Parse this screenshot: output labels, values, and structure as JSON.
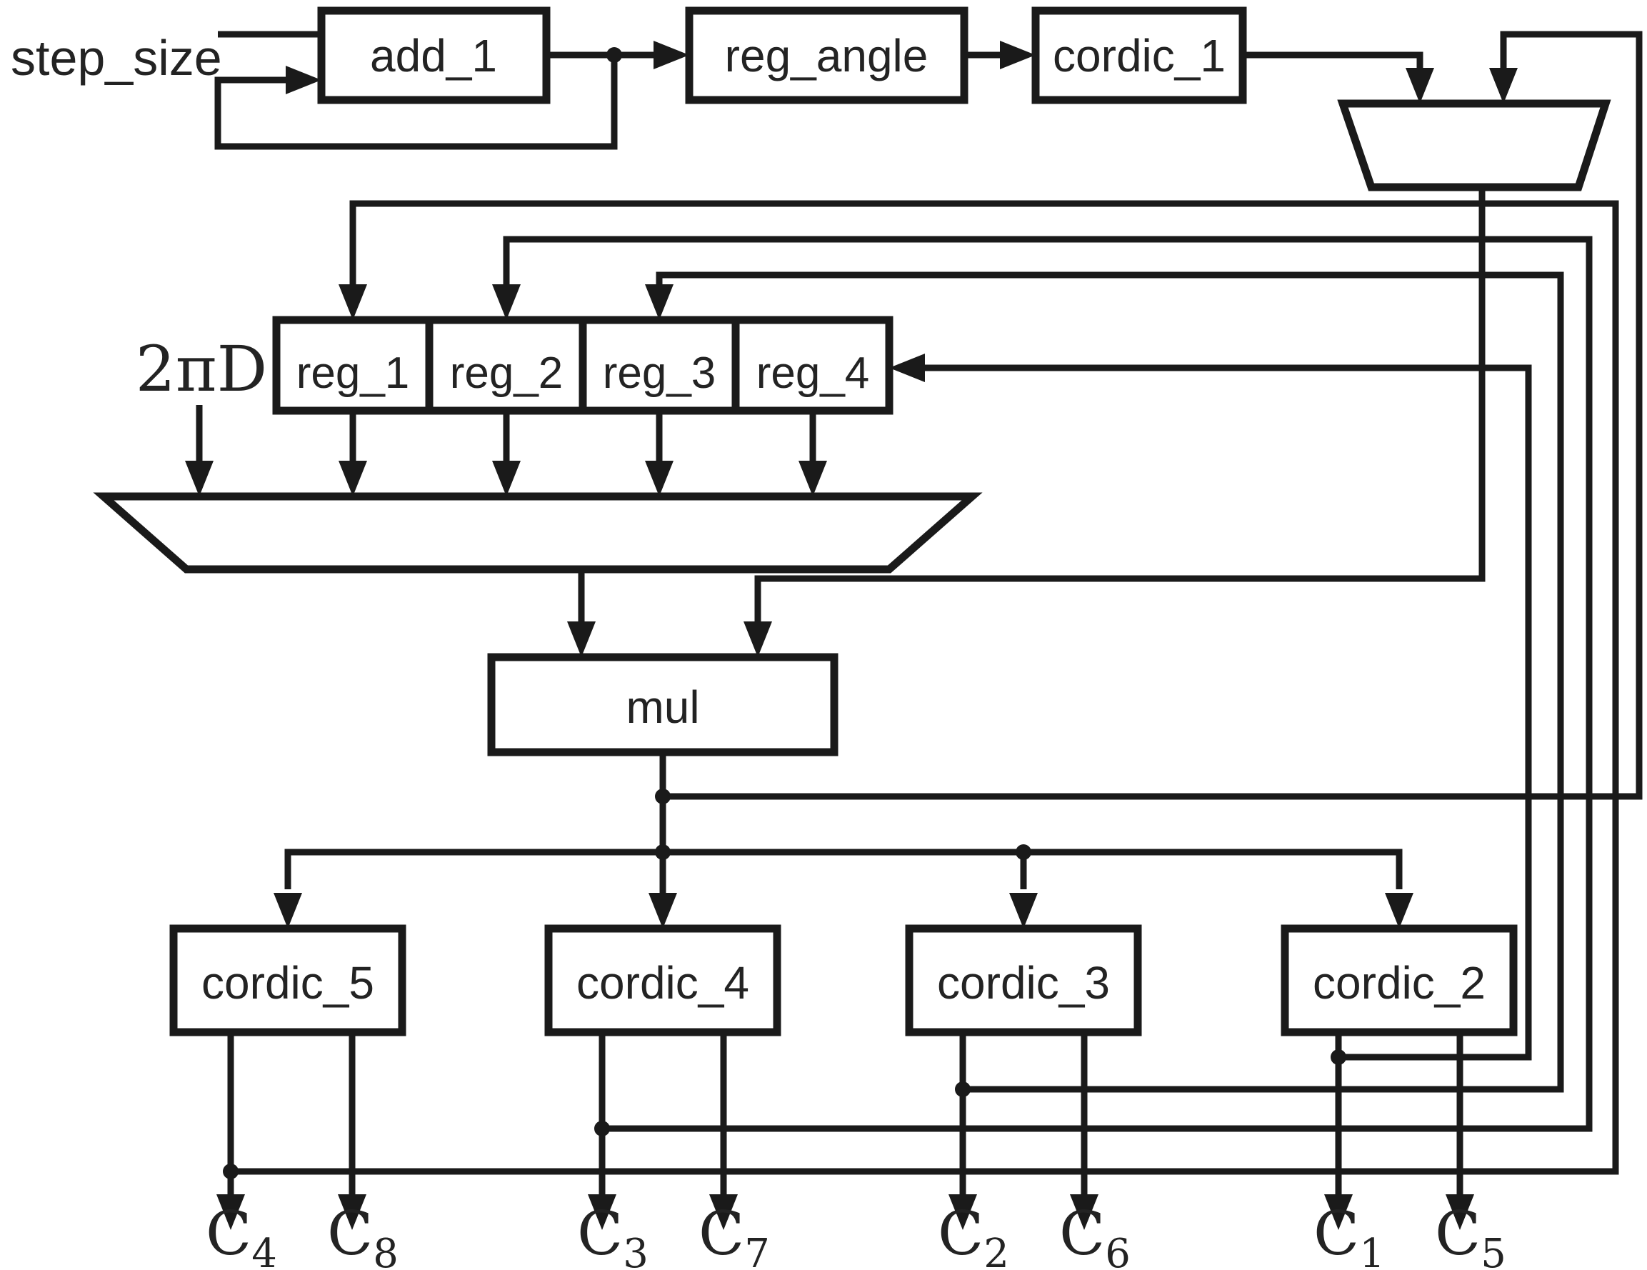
{
  "diagram": {
    "title": "cordic multi-carrier generator block diagram",
    "ink_color": "#1a1a1a",
    "background_color": "#ffffff"
  },
  "inputs": {
    "step_size": "step_size",
    "two_pi_d": "2πD"
  },
  "nodes": {
    "add_1": {
      "label": "add_1"
    },
    "reg_angle": {
      "label": "reg_angle"
    },
    "cordic_1": {
      "label": "cordic_1"
    },
    "reg_1": {
      "label": "reg_1"
    },
    "reg_2": {
      "label": "reg_2"
    },
    "reg_3": {
      "label": "reg_3"
    },
    "reg_4": {
      "label": "reg_4"
    },
    "mul": {
      "label": "mul"
    },
    "cordic_5": {
      "label": "cordic_5"
    },
    "cordic_4": {
      "label": "cordic_4"
    },
    "cordic_3": {
      "label": "cordic_3"
    },
    "cordic_2": {
      "label": "cordic_2"
    }
  },
  "muxes": {
    "angle_mux": {
      "shape": "trapezoid",
      "inputs": 2
    },
    "phase_mux": {
      "shape": "trapezoid",
      "inputs": 5
    }
  },
  "outputs": [
    {
      "base": "C",
      "sub": "4"
    },
    {
      "base": "C",
      "sub": "8"
    },
    {
      "base": "C",
      "sub": "3"
    },
    {
      "base": "C",
      "sub": "7"
    },
    {
      "base": "C",
      "sub": "2"
    },
    {
      "base": "C",
      "sub": "6"
    },
    {
      "base": "C",
      "sub": "1"
    },
    {
      "base": "C",
      "sub": "5"
    }
  ]
}
